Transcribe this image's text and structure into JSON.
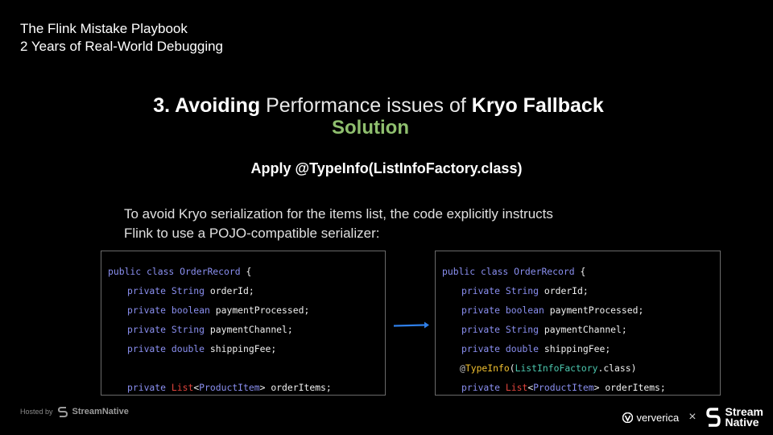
{
  "deck": {
    "title_line1": "The Flink Mistake Playbook",
    "title_line2": "2 Years of Real-World Debugging"
  },
  "slide": {
    "heading_part1": "3. Avoiding",
    "heading_part2": " Performance issues of ",
    "heading_part3": "Kryo Fallback",
    "subheading": "Solution",
    "apply_text": "Apply @TypeInfo(ListInfoFactory.class)",
    "description_line1": "To avoid Kryo serialization for the items list, the code explicitly instructs",
    "description_line2": "Flink to use a POJO-compatible serializer:"
  },
  "code_before": {
    "line1_kw": "public class ",
    "line1_name": "OrderRecord",
    "line1_end": " {",
    "fields": [
      {
        "mod": "private ",
        "type": "String",
        "name": " orderId;"
      },
      {
        "mod": "private ",
        "type": "boolean",
        "name": " paymentProcessed;"
      },
      {
        "mod": "private ",
        "type": "String",
        "name": " paymentChannel;"
      },
      {
        "mod": "private ",
        "type": "double",
        "name": " shippingFee;"
      }
    ],
    "list_mod": "private ",
    "list_type": "List",
    "list_generic_open": "<",
    "list_generic": "ProductItem",
    "list_generic_close": ">",
    "list_name": " orderItems;"
  },
  "code_after": {
    "line1_kw": "public class ",
    "line1_name": "OrderRecord",
    "line1_end": " {",
    "fields": [
      {
        "mod": "private ",
        "type": "String",
        "name": " orderId;"
      },
      {
        "mod": "private ",
        "type": "boolean",
        "name": " paymentProcessed;"
      },
      {
        "mod": "private ",
        "type": "String",
        "name": " paymentChannel;"
      },
      {
        "mod": "private ",
        "type": "double",
        "name": " shippingFee;"
      }
    ],
    "anno_at": "@",
    "anno_name": "TypeInfo",
    "anno_open": "(",
    "anno_arg": "ListInfoFactory",
    "anno_close": ".class)",
    "list_mod": "private ",
    "list_type": "List",
    "list_generic_open": "<",
    "list_generic": "ProductItem",
    "list_generic_close": ">",
    "list_name": " orderItems;"
  },
  "footer": {
    "hosted_label": "Hosted by",
    "hosted_brand": "StreamNative",
    "partner1": "ververica",
    "separator": "×",
    "partner2_line1": "Stream",
    "partner2_line2": "Native"
  },
  "icons": {
    "arrow": "right-arrow-icon",
    "ververica_logo": "ververica-logo-icon",
    "streamnative_logo": "streamnative-logo-icon"
  },
  "colors": {
    "background": "#000000",
    "solution_green": "#8fbf6e",
    "keyword_purple": "#8a8ff0",
    "type_red": "#e0443c",
    "annotation_yellow": "#f0c030",
    "annotation_teal": "#4cc9b0",
    "arrow_blue": "#2f7fe8"
  }
}
